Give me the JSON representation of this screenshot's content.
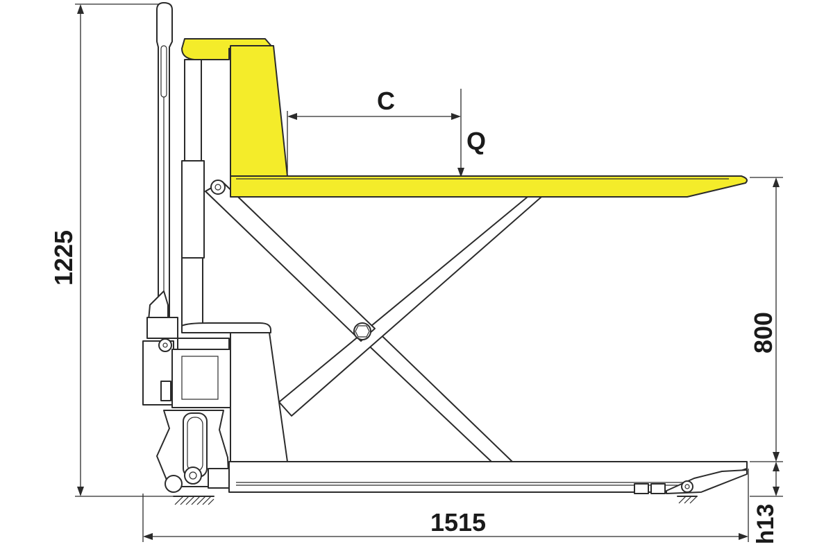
{
  "diagram": {
    "colors": {
      "fork": "#f4ec2a",
      "line": "#2b2b2b",
      "background": "#ffffff"
    },
    "dimensions": {
      "overall_height": "1225",
      "lift_height": "800",
      "overall_length": "1515",
      "lowered_height": "h13"
    },
    "labels": {
      "load_center": "C",
      "load": "Q"
    }
  }
}
